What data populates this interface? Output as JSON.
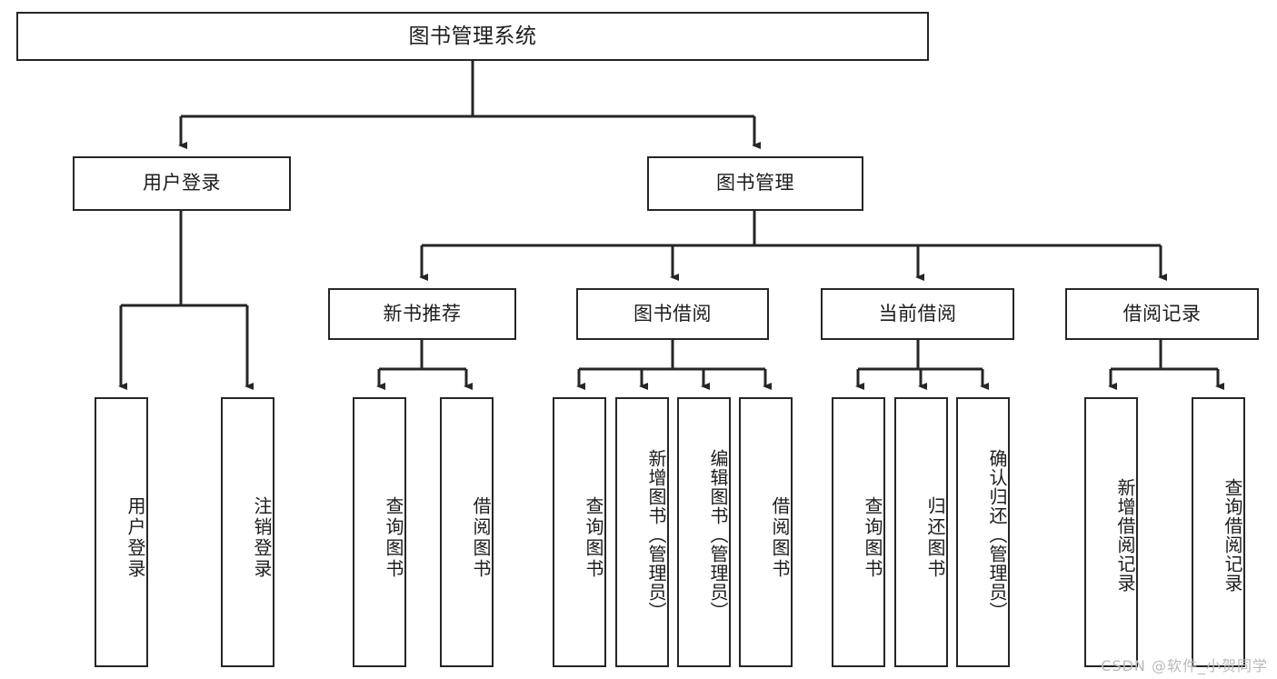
{
  "diagram": {
    "title": "图书管理系统",
    "watermark": "CSDN @软件_小贺同学",
    "colors": {
      "stroke": "#262626",
      "box_fill": "#ffffff",
      "text": "#1c1c1c",
      "watermark": "#b9b9b9",
      "background": "#ffffff"
    },
    "root": {
      "label": "图书管理系统"
    },
    "level2": [
      {
        "label": "用户登录"
      },
      {
        "label": "图书管理"
      }
    ],
    "level3": [
      {
        "label": "新书推荐"
      },
      {
        "label": "图书借阅"
      },
      {
        "label": "当前借阅"
      },
      {
        "label": "借阅记录"
      }
    ],
    "leaves": {
      "user_login": [
        {
          "label": "用户登录"
        },
        {
          "label": "注销登录"
        }
      ],
      "new_book_recommend": [
        {
          "label": "查询图书"
        },
        {
          "label": "借阅图书"
        }
      ],
      "book_borrow": [
        {
          "label": "查询图书"
        },
        {
          "label": "新增图书（管理员）"
        },
        {
          "label": "编辑图书（管理员）"
        },
        {
          "label": "借阅图书"
        }
      ],
      "current_borrow": [
        {
          "label": "查询图书"
        },
        {
          "label": "归还图书"
        },
        {
          "label": "确认归还（管理员）"
        }
      ],
      "borrow_record": [
        {
          "label": "新增借阅记录"
        },
        {
          "label": "查询借阅记录"
        }
      ]
    }
  }
}
